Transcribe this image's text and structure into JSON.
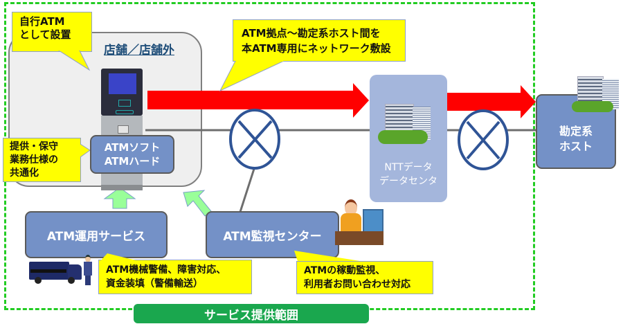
{
  "diagram": {
    "store_area_title": "店舗／店舗外",
    "callout_self_atm": [
      "自行ATM",
      "として設置"
    ],
    "callout_network": [
      "ATM拠点～勘定系ホスト間を",
      "本ATM専用にネットワーク敷設"
    ],
    "callout_common_spec": [
      "提供・保守",
      "業務仕様の",
      "共通化"
    ],
    "atm_box": [
      "ATMソフト",
      "ATMハード"
    ],
    "datacenter_label": [
      "NTTデータ",
      "データセンタ"
    ],
    "host_label": [
      "勘定系",
      "ホスト"
    ],
    "operation_service": "ATM運用サービス",
    "monitoring_center": "ATM監視センター",
    "callout_operation": [
      "ATM機械警備、障害対応、",
      "資金装填（警備輸送）"
    ],
    "callout_monitoring": [
      "ATMの稼動監視、",
      "利用者お問い合わせ対応"
    ],
    "service_scope_label": "サービス提供範囲"
  },
  "colors": {
    "scope_border": "#22cc22",
    "callout_fill": "#ffff00",
    "node_fill": "#7491c7",
    "arrow_red": "#ff0000",
    "arrow_green": "#99ff99",
    "footer_fill": "#1aa74e"
  }
}
